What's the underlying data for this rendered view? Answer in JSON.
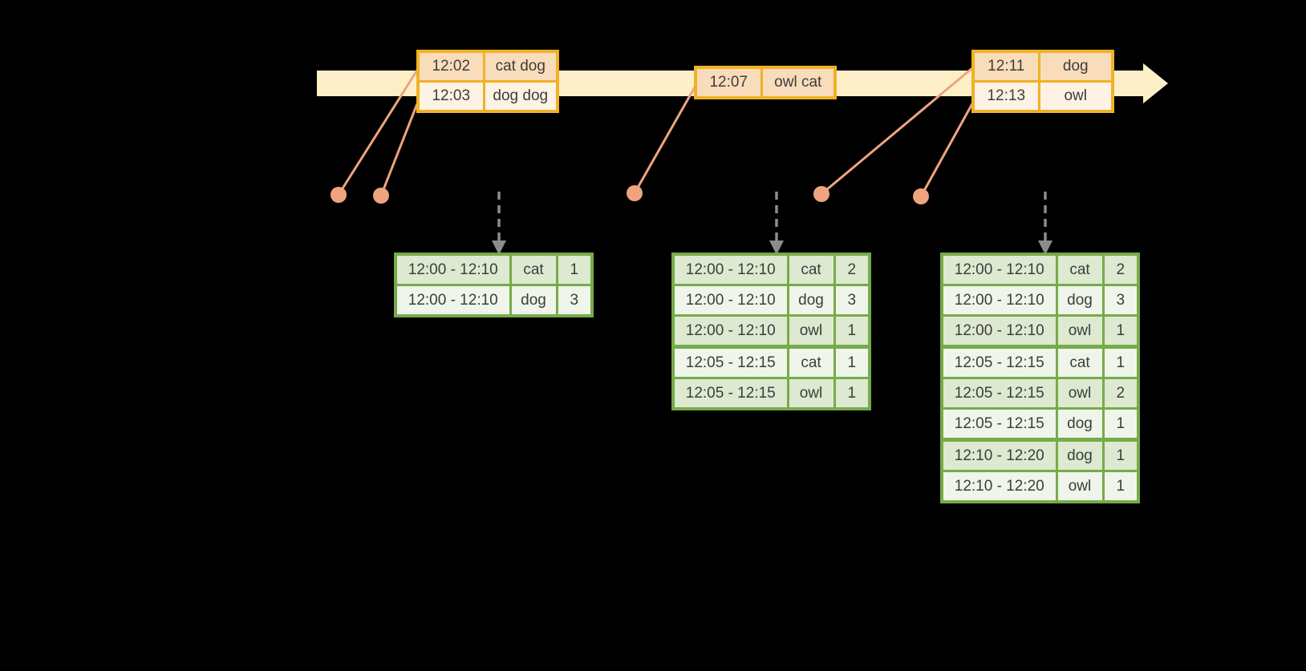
{
  "colors": {
    "background": "#000000",
    "timeline_fill": "#fdf0c8",
    "event_table_border": "#f0b224",
    "event_row_dark": "#f9dcba",
    "event_row_light": "#fdf2e3",
    "marker": "#efa47e",
    "trigger_arrow": "#8c8c8c",
    "result_table_border": "#76ab49",
    "result_row_dark": "#dde9d0",
    "result_row_light": "#eff5ea",
    "table_text": "#3d3d3d"
  },
  "event_tables": [
    {
      "rows": [
        {
          "time": "12:02",
          "words": "cat dog"
        },
        {
          "time": "12:03",
          "words": "dog dog"
        }
      ]
    },
    {
      "rows": [
        {
          "time": "12:07",
          "words": "owl cat"
        }
      ]
    },
    {
      "rows": [
        {
          "time": "12:11",
          "words": "dog"
        },
        {
          "time": "12:13",
          "words": "owl"
        }
      ]
    }
  ],
  "result_tables": [
    {
      "rows": [
        {
          "window": "12:00 - 12:10",
          "word": "cat",
          "count": "1"
        },
        {
          "window": "12:00 - 12:10",
          "word": "dog",
          "count": "3"
        }
      ]
    },
    {
      "rows": [
        {
          "window": "12:00 - 12:10",
          "word": "cat",
          "count": "2"
        },
        {
          "window": "12:00 - 12:10",
          "word": "dog",
          "count": "3"
        },
        {
          "window": "12:00 - 12:10",
          "word": "owl",
          "count": "1"
        },
        {
          "window": "12:05 - 12:15",
          "word": "cat",
          "count": "1"
        },
        {
          "window": "12:05 - 12:15",
          "word": "owl",
          "count": "1"
        }
      ]
    },
    {
      "rows": [
        {
          "window": "12:00 - 12:10",
          "word": "cat",
          "count": "2"
        },
        {
          "window": "12:00 - 12:10",
          "word": "dog",
          "count": "3"
        },
        {
          "window": "12:00 - 12:10",
          "word": "owl",
          "count": "1"
        },
        {
          "window": "12:05 - 12:15",
          "word": "cat",
          "count": "1"
        },
        {
          "window": "12:05 - 12:15",
          "word": "owl",
          "count": "2"
        },
        {
          "window": "12:05 - 12:15",
          "word": "dog",
          "count": "1"
        },
        {
          "window": "12:10 - 12:20",
          "word": "dog",
          "count": "1"
        },
        {
          "window": "12:10 - 12:20",
          "word": "owl",
          "count": "1"
        }
      ]
    }
  ]
}
